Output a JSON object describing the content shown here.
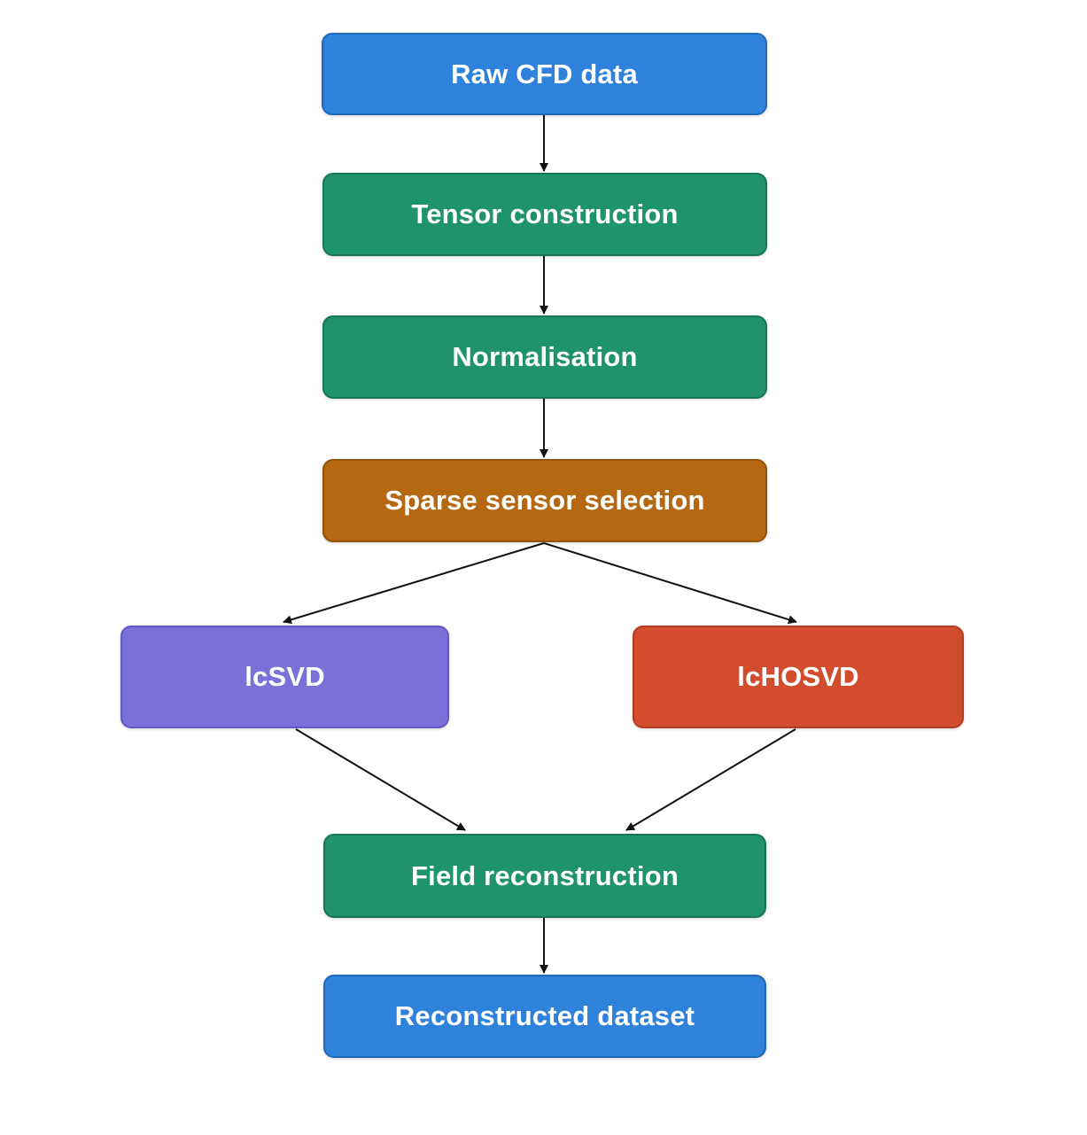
{
  "nodes": {
    "raw_cfd": "Raw CFD data",
    "tensor_construction": "Tensor construction",
    "normalisation": "Normalisation",
    "sparse_sensor_selection": "Sparse sensor selection",
    "lcsvd": "lcSVD",
    "lchosvd": "lcHOSVD",
    "field_reconstruction": "Field reconstruction",
    "reconstructed_dataset": "Reconstructed dataset"
  },
  "colors": {
    "blue": "#2f82db",
    "green": "#1f936b",
    "orange": "#b5680f",
    "purple": "#7b6fd8",
    "red": "#d14d2d",
    "arrow": "#111111"
  },
  "edges": [
    {
      "from": "Raw CFD data",
      "to": "Tensor construction"
    },
    {
      "from": "Tensor construction",
      "to": "Normalisation"
    },
    {
      "from": "Normalisation",
      "to": "Sparse sensor selection"
    },
    {
      "from": "Sparse sensor selection",
      "to": "lcSVD"
    },
    {
      "from": "Sparse sensor selection",
      "to": "lcHOSVD"
    },
    {
      "from": "lcSVD",
      "to": "Field reconstruction"
    },
    {
      "from": "lcHOSVD",
      "to": "Field reconstruction"
    },
    {
      "from": "Field reconstruction",
      "to": "Reconstructed dataset"
    }
  ]
}
